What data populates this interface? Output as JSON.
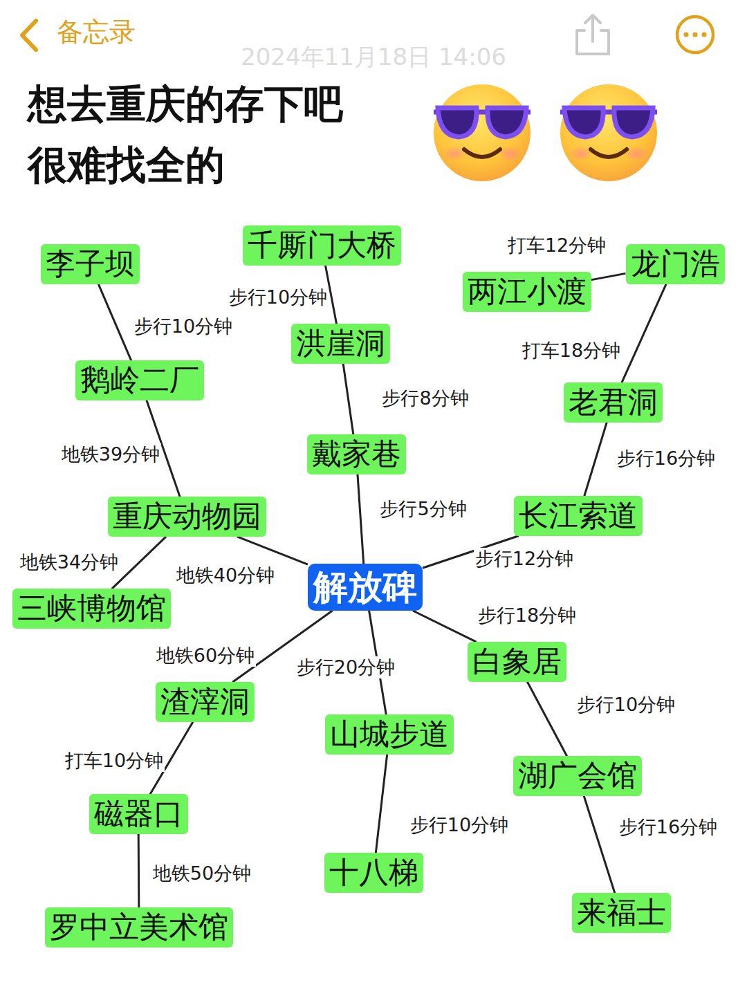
{
  "diagram": {
    "title": "想去重庆的存下吧 很难找全的",
    "nodes": [
      {
        "text": [
          "千厮门大桥"
        ]
      },
      {
        "text": [
          "李子坝"
        ]
      },
      {
        "text": [
          "龙门浩"
        ]
      },
      {
        "text": [
          "两江小渡"
        ]
      },
      {
        "text": [
          "洪崖洞"
        ]
      },
      {
        "text": [
          "鹅岭二厂"
        ]
      },
      {
        "text": [
          "老君洞"
        ]
      },
      {
        "text": [
          "戴家巷"
        ]
      },
      {
        "text": [
          "重庆动物园"
        ]
      },
      {
        "text": [
          "长江索道"
        ]
      },
      {
        "text": [
          "解放碑"
        ]
      },
      {
        "text": [
          "三峡博物馆"
        ]
      },
      {
        "text": [
          "白象居"
        ]
      },
      {
        "text": [
          "渣滓洞"
        ]
      },
      {
        "text": [
          "山城步道"
        ]
      },
      {
        "text": [
          "湖广会馆"
        ]
      },
      {
        "text": [
          "磁器口"
        ]
      },
      {
        "text": [
          "十八梯"
        ]
      },
      {
        "text": [
          "来福士"
        ]
      },
      {
        "text": [
          "罗中立美术馆"
        ]
      }
    ],
    "edges": [
      {
        "from": 4,
        "to": 0,
        "arrow": "none",
        "label": "步行10分钟"
      },
      {
        "from": 5,
        "to": 1,
        "arrow": "none",
        "label": "步行10分钟"
      },
      {
        "from": 3,
        "to": 2,
        "arrow": "none",
        "label": "打车12分钟"
      },
      {
        "from": 6,
        "to": 2,
        "arrow": "none",
        "label": "打车18分钟"
      },
      {
        "from": 7,
        "to": 4,
        "arrow": "none",
        "label": "步行8分钟"
      },
      {
        "from": 8,
        "to": 5,
        "arrow": "none",
        "label": "地铁39分钟"
      },
      {
        "from": 9,
        "to": 6,
        "arrow": "none",
        "label": "步行16分钟"
      },
      {
        "from": 10,
        "to": 7,
        "arrow": "none",
        "label": "步行5分钟"
      },
      {
        "from": 10,
        "to": 9,
        "arrow": "none",
        "label": "步行12分钟"
      },
      {
        "from": 10,
        "to": 8,
        "arrow": "none",
        "label": "地铁40分钟"
      },
      {
        "from": 8,
        "to": 11,
        "arrow": "none",
        "label": "地铁34分钟"
      },
      {
        "from": 10,
        "to": 12,
        "arrow": "none",
        "label": "步行18分钟"
      },
      {
        "from": 10,
        "to": 13,
        "arrow": "none",
        "label": "地铁60分钟"
      },
      {
        "from": 10,
        "to": 14,
        "arrow": "none",
        "label": "步行20分钟"
      },
      {
        "from": 12,
        "to": 15,
        "arrow": "none",
        "label": "步行10分钟"
      },
      {
        "from": 13,
        "to": 16,
        "arrow": "none",
        "label": "打车10分钟"
      },
      {
        "from": 14,
        "to": 17,
        "arrow": "none",
        "label": "步行10分钟"
      },
      {
        "from": 15,
        "to": 18,
        "arrow": "none",
        "label": "步行16分钟"
      },
      {
        "from": 16,
        "to": 19,
        "arrow": "none",
        "label": "地铁50分钟"
      }
    ],
    "labels": [
      "备忘录",
      "2024年11月18日 14:06"
    ]
  }
}
